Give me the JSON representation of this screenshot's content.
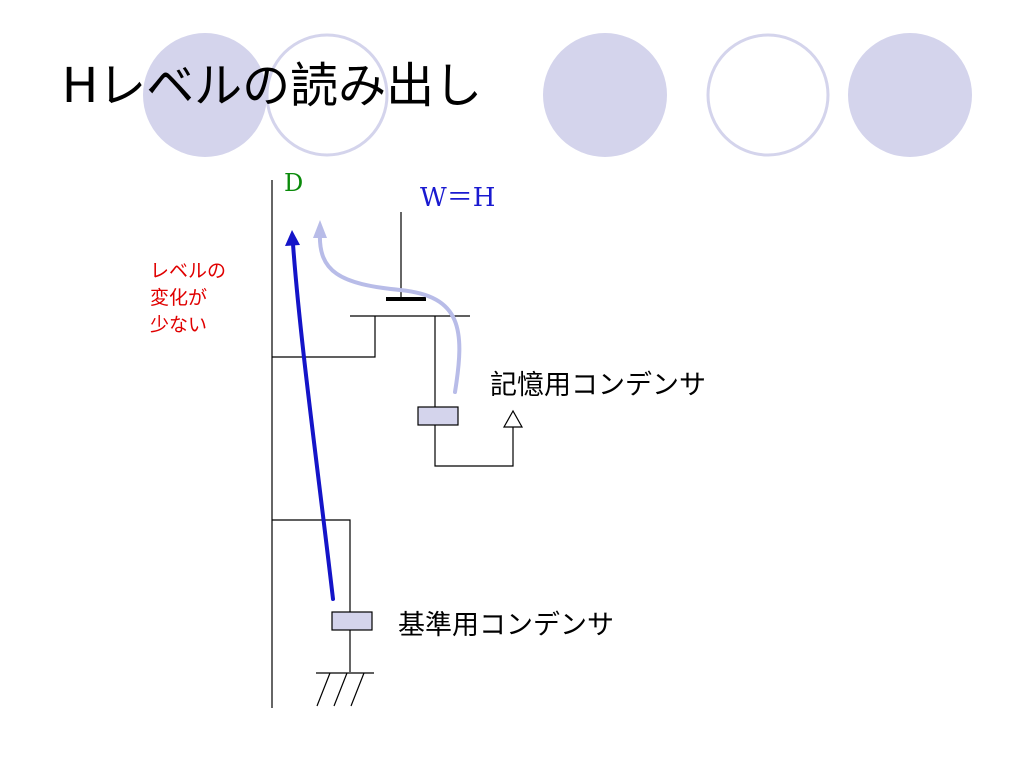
{
  "slide": {
    "title": "Hレベルの読み出し",
    "note_lines": [
      "レベルの",
      "変化が",
      "少ない"
    ]
  },
  "diagram": {
    "bitline_label": "D",
    "wordline_label": "W＝H",
    "storage_capacitor_label": "記憶用コンデンサ",
    "reference_capacitor_label": "基準用コンデンサ"
  },
  "colors": {
    "circle_fill": "#d4d4ec",
    "circle_outline": "#d4d4ec",
    "note_text": "#e00000",
    "bitline_label": "#0a8a0a",
    "wordline_label": "#1a1ad0",
    "strong_arrow": "#1414c8",
    "weak_arrow": "#b8bce8",
    "capacitor_fill": "#d4d4ec"
  }
}
